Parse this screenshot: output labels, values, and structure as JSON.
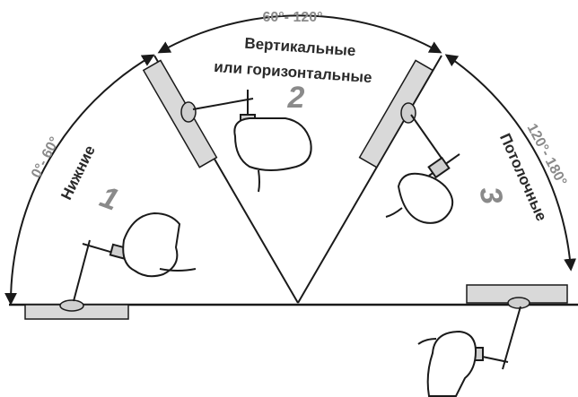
{
  "diagram": {
    "ranges": {
      "bottom": "0°- 60°",
      "vertical": "60°- 120°",
      "overhead": "120°- 180°"
    },
    "zones": {
      "bottom": "Нижние",
      "vertical_line1": "Вертикальные",
      "vertical_line2": "или горизонтальные",
      "overhead": "Потолочные"
    },
    "numbers": {
      "one": "1",
      "two": "2",
      "three": "3"
    },
    "colors": {
      "line": "#1a1a1a",
      "plate": "#d9d9d9",
      "label_gray": "#8a8a8a"
    }
  }
}
